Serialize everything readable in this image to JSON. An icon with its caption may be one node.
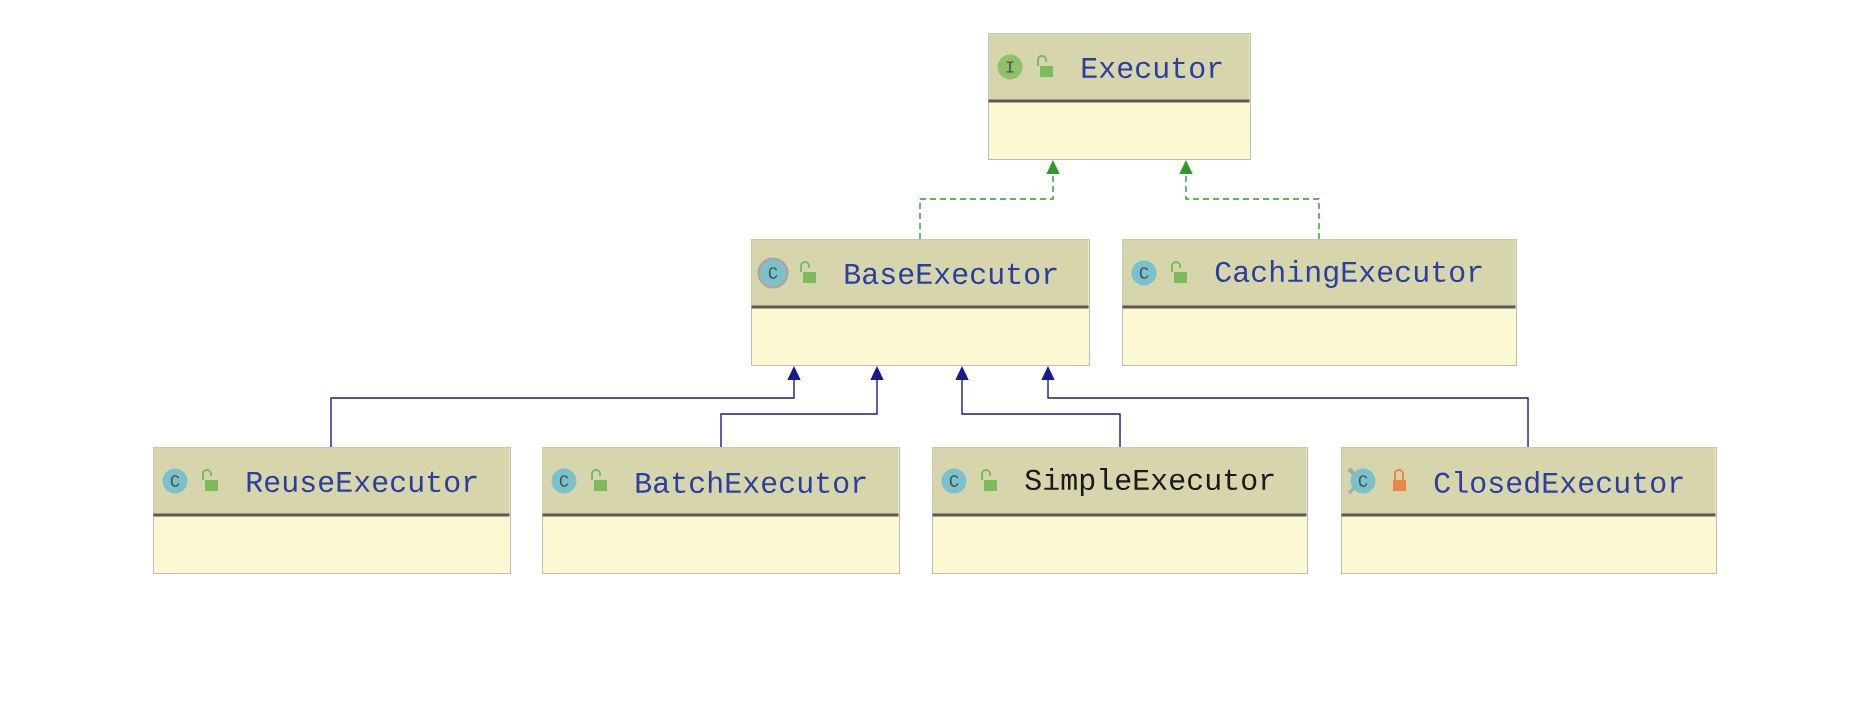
{
  "diagram": {
    "nodes": [
      {
        "text": [
          "I",
          "Executor"
        ]
      },
      {
        "text": [
          "C",
          "BaseExecutor"
        ]
      },
      {
        "text": [
          "C",
          "CachingExecutor"
        ]
      },
      {
        "text": [
          "C",
          "ReuseExecutor"
        ]
      },
      {
        "text": [
          "C",
          "BatchExecutor"
        ]
      },
      {
        "text": [
          "C",
          "SimpleExecutor"
        ]
      },
      {
        "text": [
          "C",
          "ClosedExecutor"
        ]
      }
    ],
    "edges": [
      {
        "from": 1,
        "to": 0,
        "arrow": "to",
        "style": "dashed",
        "color": "#2e9a2e"
      },
      {
        "from": 2,
        "to": 0,
        "arrow": "to",
        "style": "dashed",
        "color": "#2e9a2e"
      },
      {
        "from": 3,
        "to": 1,
        "arrow": "to"
      },
      {
        "from": 4,
        "to": 1,
        "arrow": "to"
      },
      {
        "from": 5,
        "to": 1,
        "arrow": "to"
      },
      {
        "from": 6,
        "to": 1,
        "arrow": "to"
      }
    ]
  }
}
